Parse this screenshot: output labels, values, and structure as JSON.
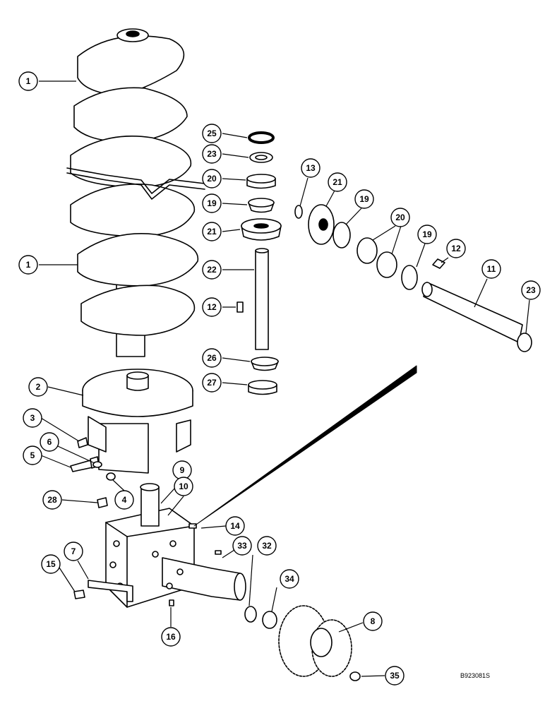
{
  "diagram": {
    "drawing_code": "B923081S",
    "callouts": [
      "1",
      "1",
      "25",
      "23",
      "20",
      "19",
      "21",
      "22",
      "12",
      "26",
      "27",
      "13",
      "21",
      "19",
      "20",
      "19",
      "12",
      "11",
      "23",
      "2",
      "3",
      "6",
      "5",
      "4",
      "28",
      "9",
      "10",
      "14",
      "33",
      "7",
      "15",
      "16",
      "32",
      "34",
      "8",
      "35"
    ]
  }
}
